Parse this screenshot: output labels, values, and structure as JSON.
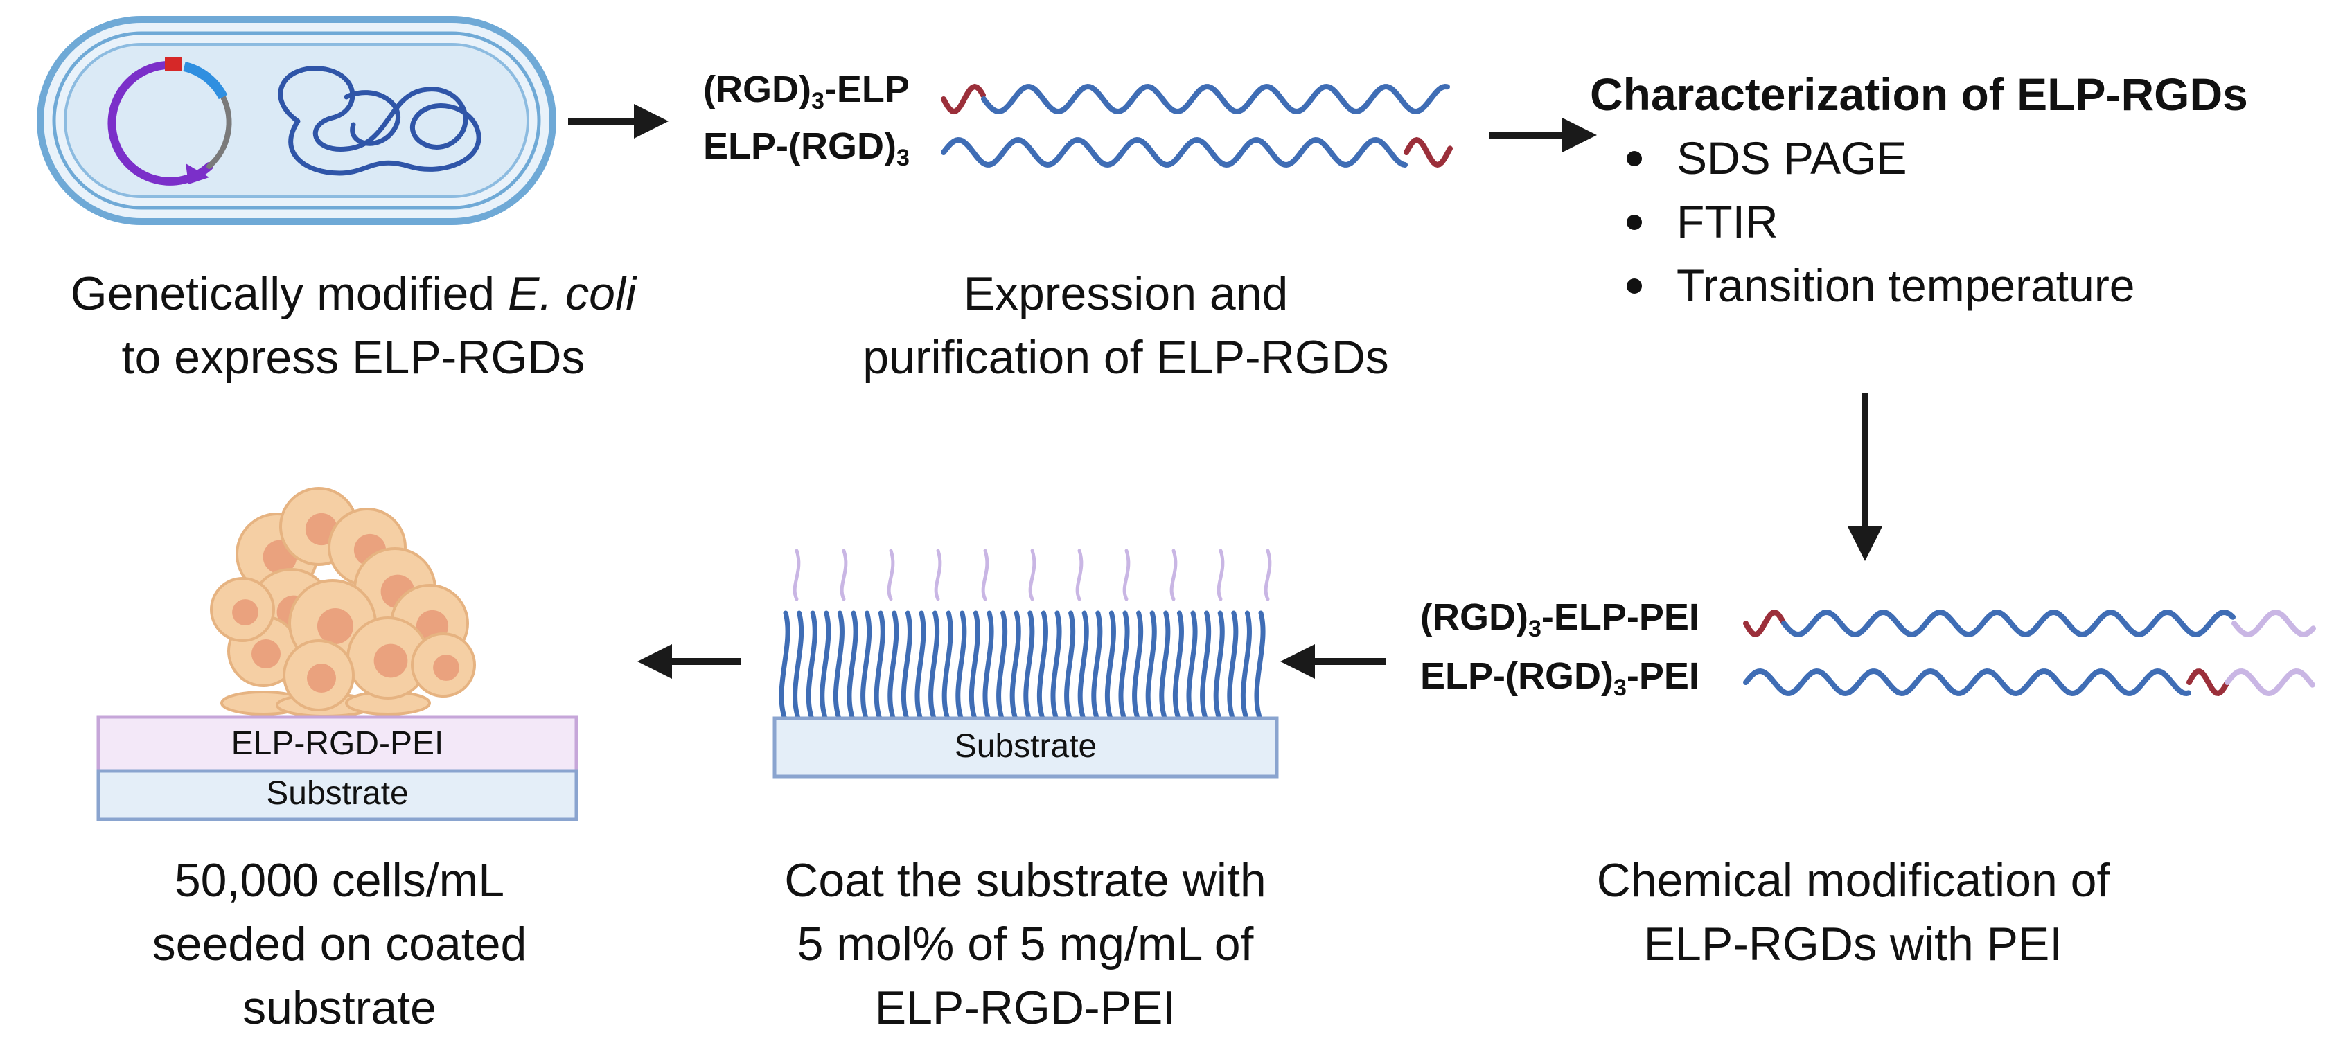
{
  "steps": {
    "ecoli": {
      "caption_line1": "Genetically modified ",
      "caption_italic": "E. coli",
      "caption_line2": "to express ELP-RGDs"
    },
    "expression": {
      "label_top_prefix": "(RGD)",
      "label_top_sub": "3",
      "label_top_suffix": "-ELP",
      "label_bottom_prefix": "ELP-(RGD)",
      "label_bottom_sub": "3",
      "caption_line1": "Expression and",
      "caption_line2": "purification of ELP-RGDs"
    },
    "characterization": {
      "heading": "Characterization of ELP-RGDs",
      "bullets": [
        "SDS PAGE",
        "FTIR",
        "Transition temperature"
      ]
    },
    "chemical_modification": {
      "label_top_prefix": "(RGD)",
      "label_top_sub": "3",
      "label_top_suffix": "-ELP-PEI",
      "label_bottom_prefix": "ELP-(RGD)",
      "label_bottom_sub": "3",
      "label_bottom_suffix": "-PEI",
      "caption_line1": "Chemical modification of",
      "caption_line2": "ELP-RGDs with PEI"
    },
    "coating": {
      "substrate_label": "Substrate",
      "caption_line1": "Coat the substrate with",
      "caption_line2": "5 mol% of 5 mg/mL of",
      "caption_line3": "ELP-RGD-PEI"
    },
    "seeding": {
      "layer_label": "ELP-RGD-PEI",
      "substrate_label": "Substrate",
      "caption_line1": "50,000 cells/mL",
      "caption_line2": "seeded on coated",
      "caption_line3": "substrate"
    }
  },
  "colors": {
    "elp_chain": "#3f6db5",
    "rgd_segment": "#9b2f3a",
    "pei_segment": "#c9b6e4",
    "bacteria_outline": "#6fa9d6",
    "bacteria_fill": "#dbeaf6",
    "plasmid_purple": "#7b2fc9",
    "plasmid_blue": "#2f8fe0",
    "plasmid_red": "#d62828",
    "dna_coil": "#2f55a8",
    "substrate_fill": "#e4eef8",
    "substrate_border": "#8aa4cf",
    "coating_fill": "#f3e8f8",
    "coating_border": "#c6a6d9",
    "cell_fill": "#f5cfa4",
    "nucleus_fill": "#eaa27e",
    "arrow": "#1a1a1a"
  }
}
